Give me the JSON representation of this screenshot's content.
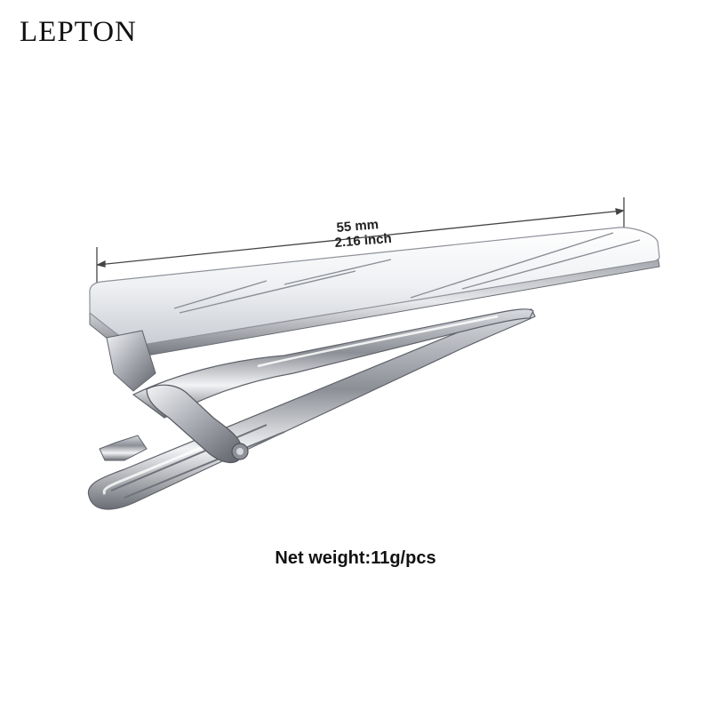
{
  "brand": "LEPTON",
  "dimension": {
    "metric": "55 mm",
    "imperial": "2.16 inch"
  },
  "net_weight": "Net weight:11g/pcs",
  "colors": {
    "background": "#ffffff",
    "metal_light": "#f4f4f6",
    "metal_dark": "#7a7c82"
  }
}
